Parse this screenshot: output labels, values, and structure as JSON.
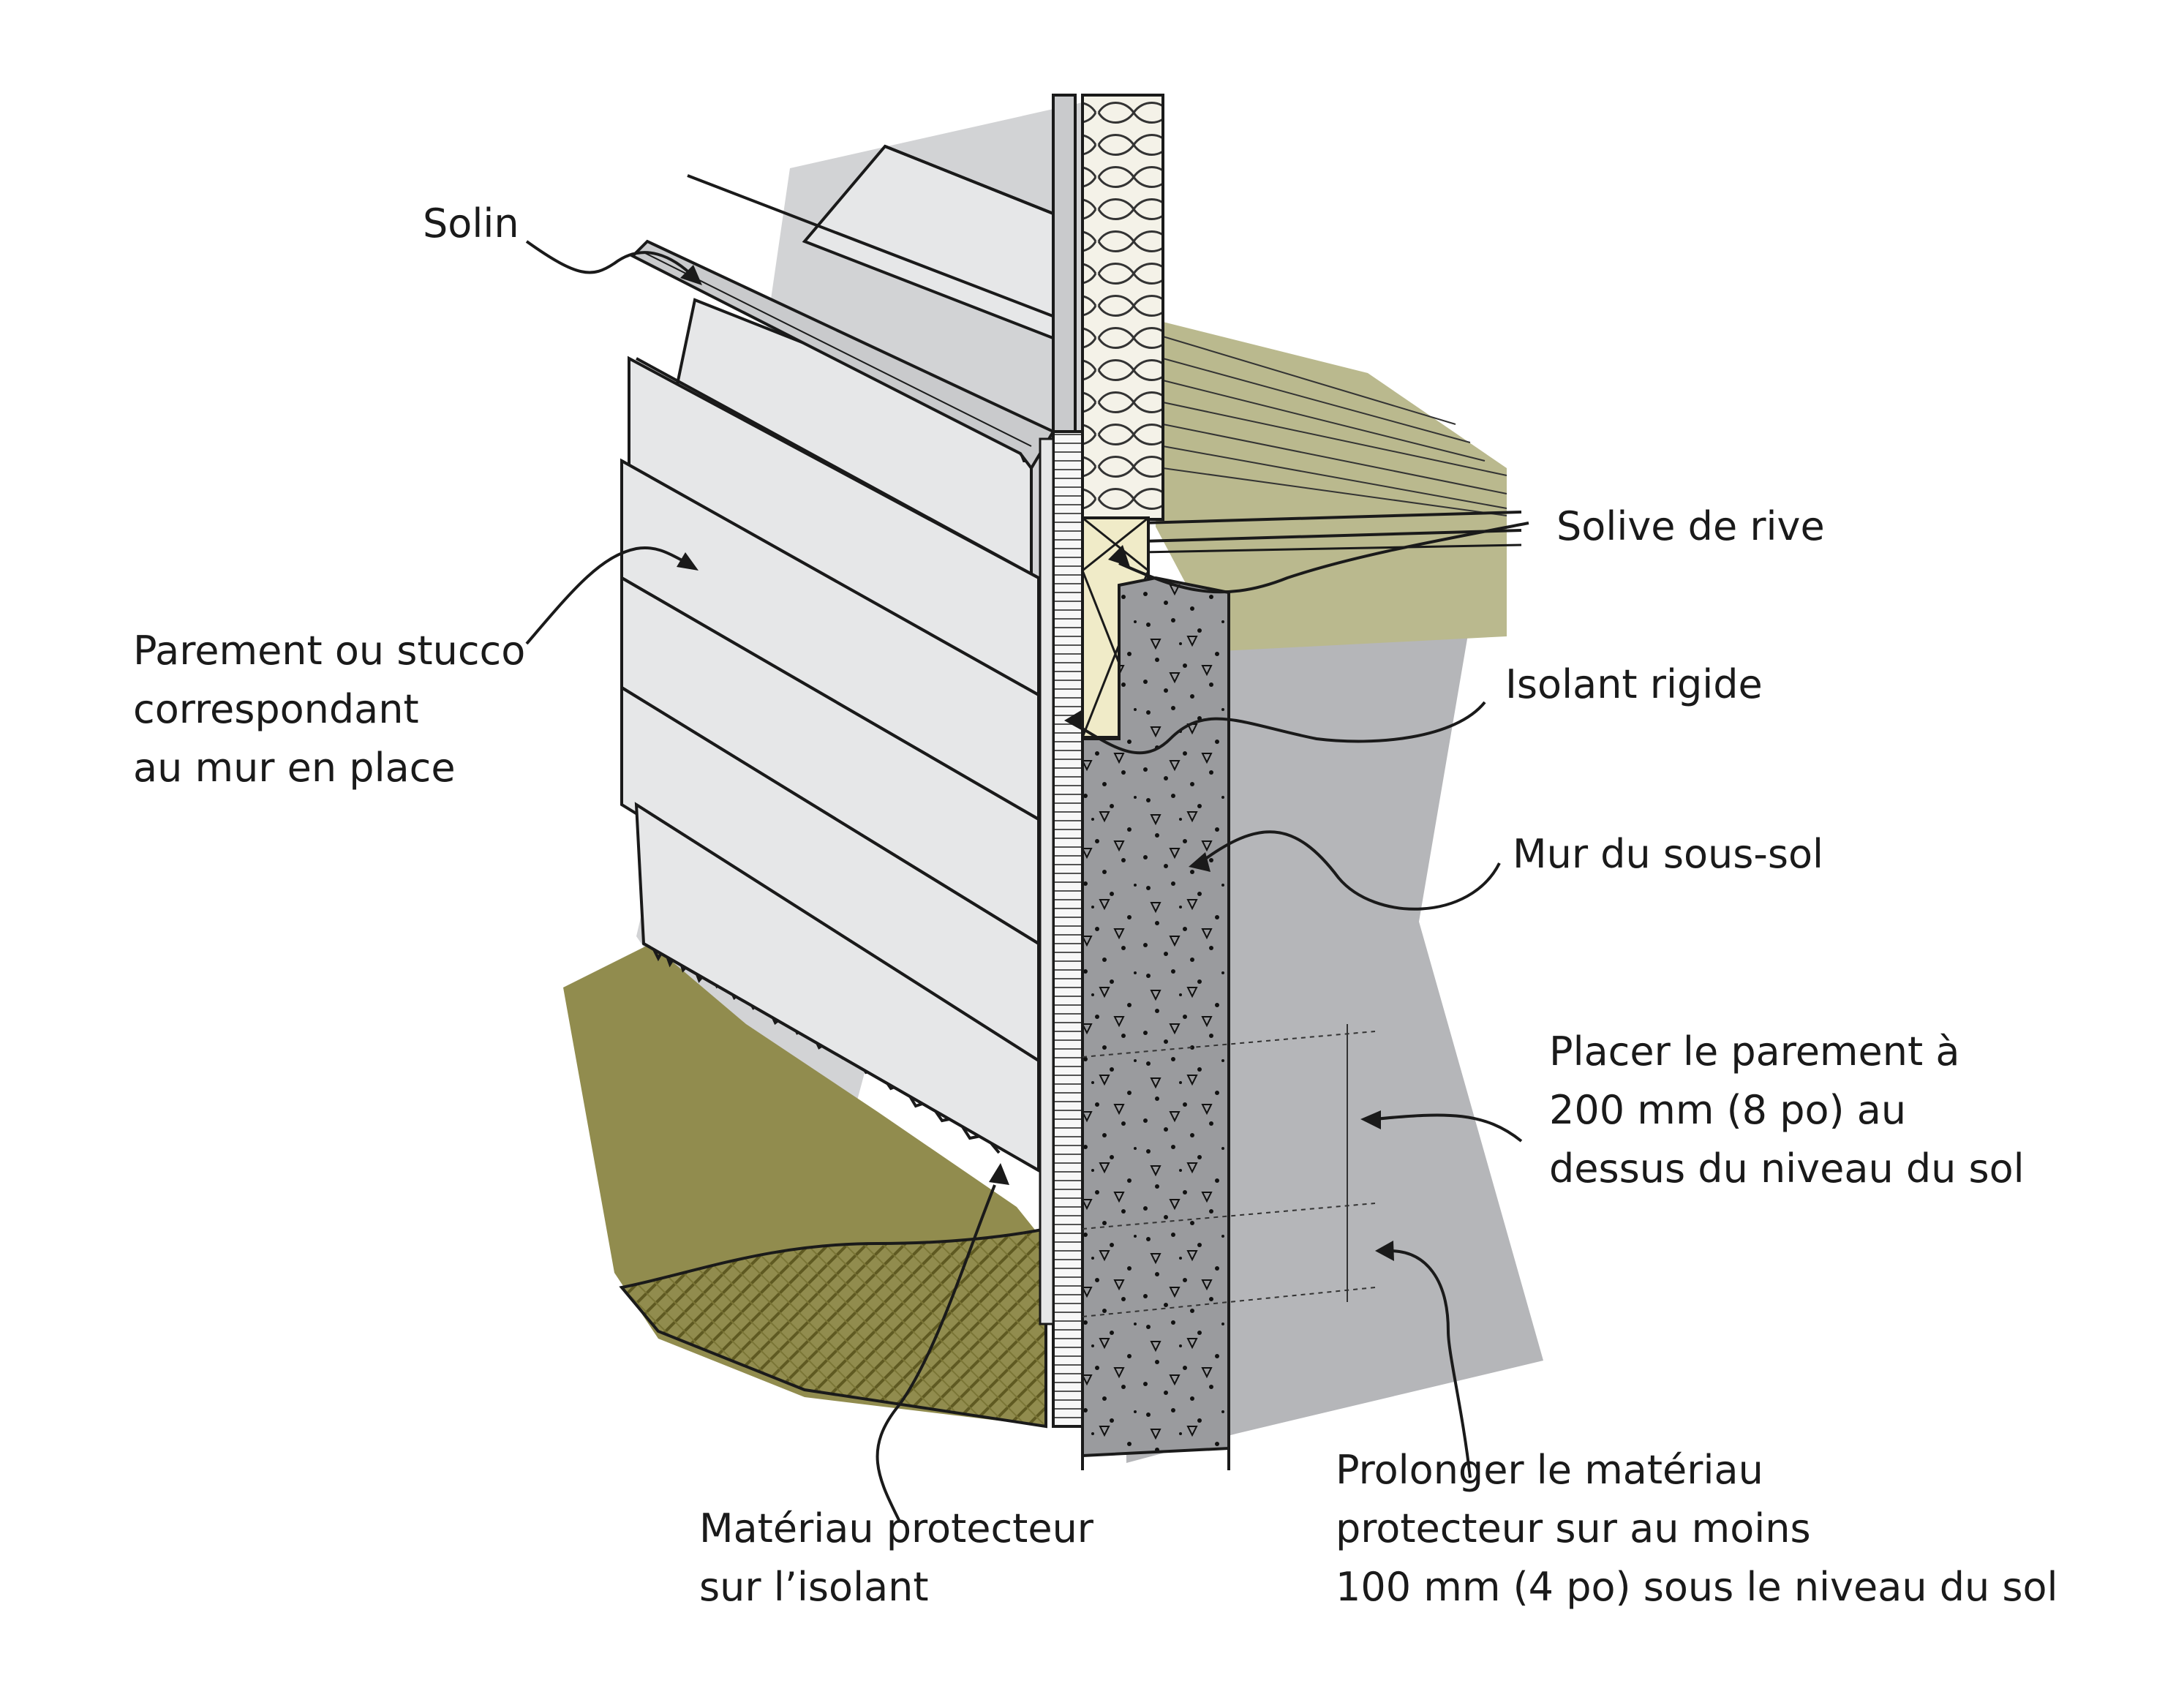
{
  "colors": {
    "siding_back": "#d2d3d5",
    "siding_panel": "#e6e7e8",
    "basement_grey": "#b5b6b9",
    "subfloor": "#bab98e",
    "soil": "#918c4e",
    "soil_dark": "#6f6a2f",
    "concrete": "#9a9b9e",
    "joist": "#f0ebc8",
    "batt": "#f4f2e8",
    "stroke": "#1a1a1a"
  },
  "labels": {
    "solin": "Solin",
    "parement": [
      "Parement ou stucco",
      "correspondant",
      "au mur en place"
    ],
    "solive": "Solive de rive",
    "isolant": "Isolant rigide",
    "mur": "Mur du sous-sol",
    "placer": [
      "Placer le parement à",
      "200 mm (8 po) au",
      "dessus du niveau du sol"
    ],
    "prolonger": [
      "Prolonger le matériau",
      "protecteur sur au moins",
      "100 mm (4 po) sous le niveau du sol"
    ],
    "materiau": [
      "Matériau protecteur",
      "sur l’isolant"
    ]
  }
}
